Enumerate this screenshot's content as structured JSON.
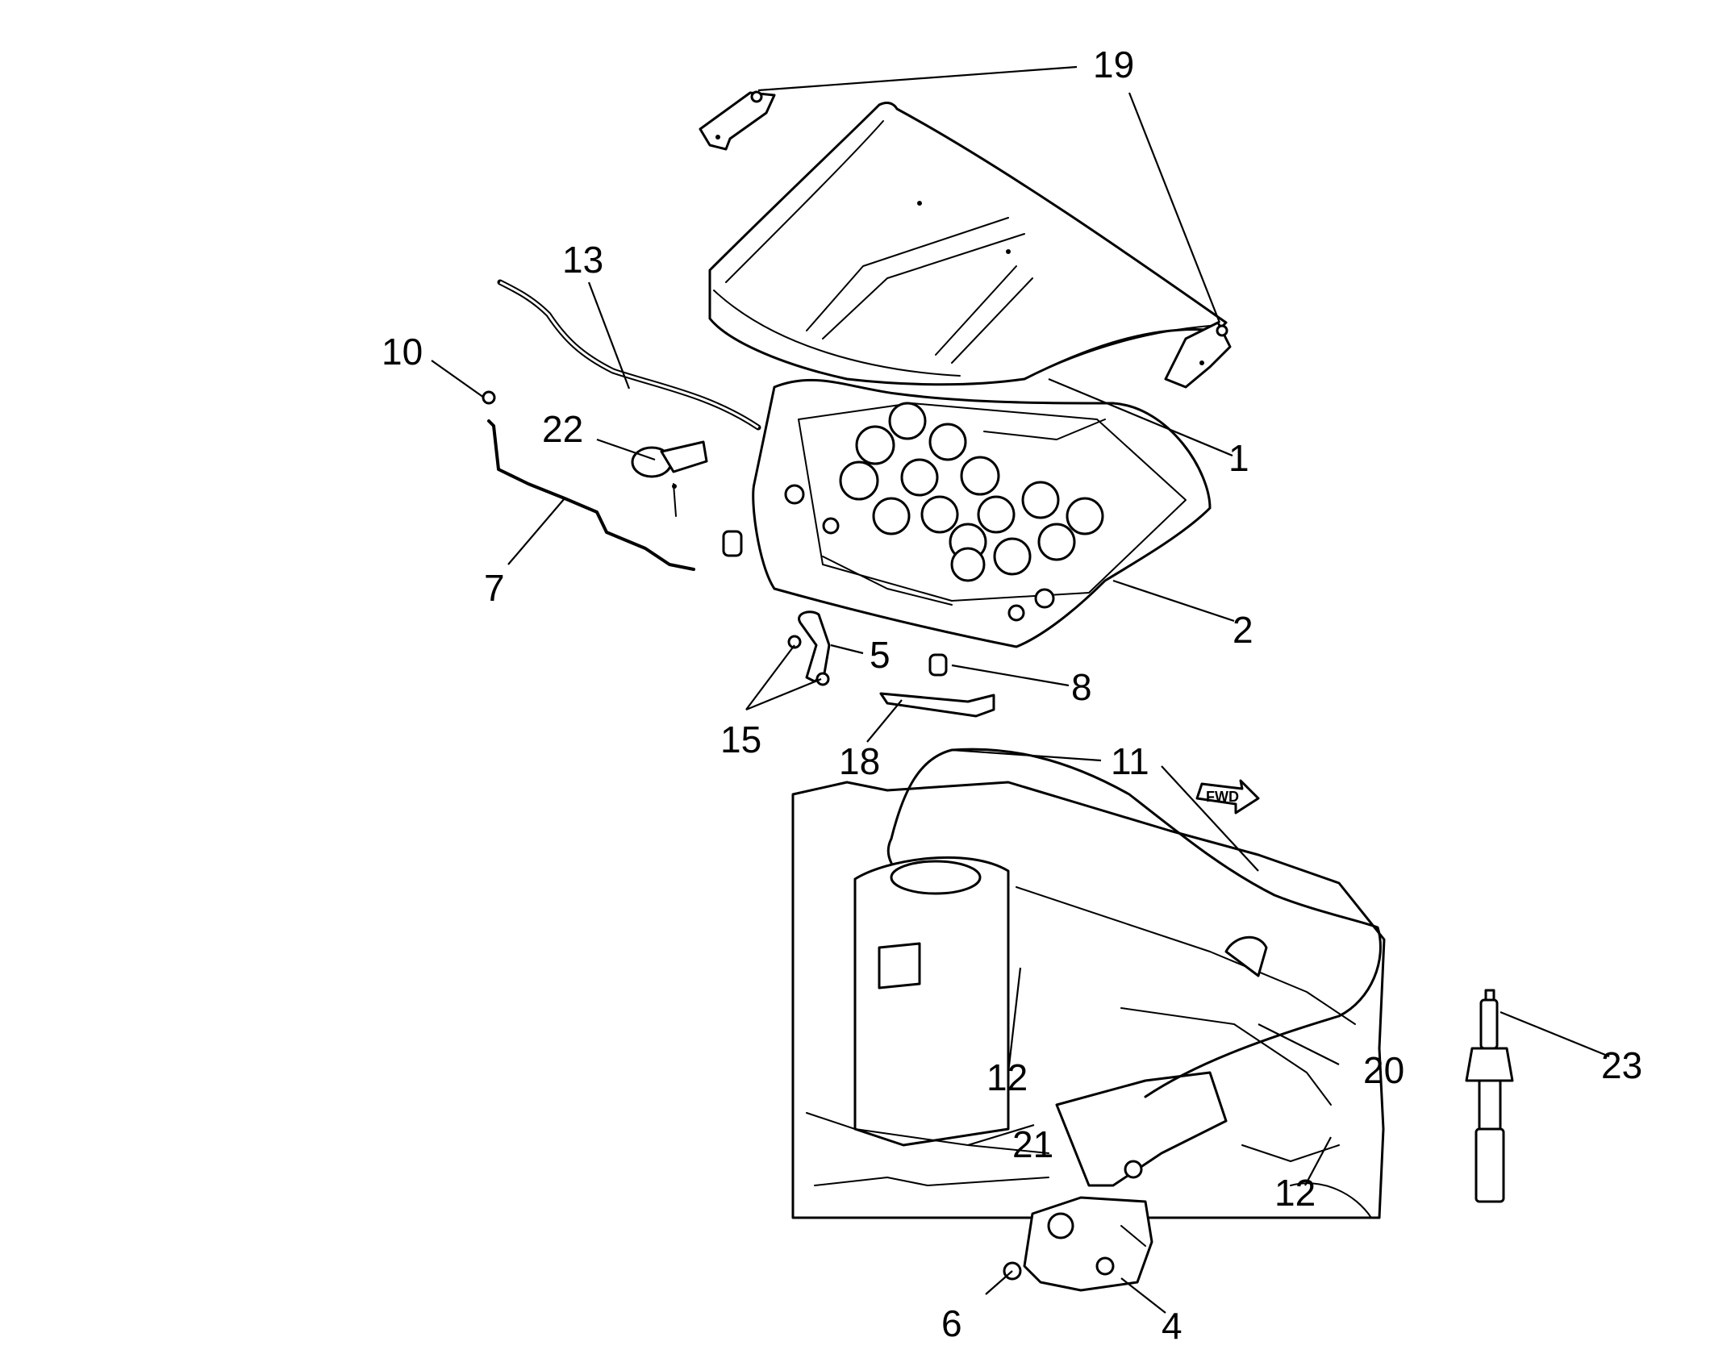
{
  "callouts": {
    "c1": "1",
    "c2": "2",
    "c4": "4",
    "c5": "5",
    "c6": "6",
    "c7": "7",
    "c8": "8",
    "c10": "10",
    "c11": "11",
    "c12a": "12",
    "c12b": "12",
    "c13": "13",
    "c15": "15",
    "c18": "18",
    "c19": "19",
    "c20": "20",
    "c21": "21",
    "c22": "22",
    "c23": "23"
  },
  "direction_marker": "FWD"
}
